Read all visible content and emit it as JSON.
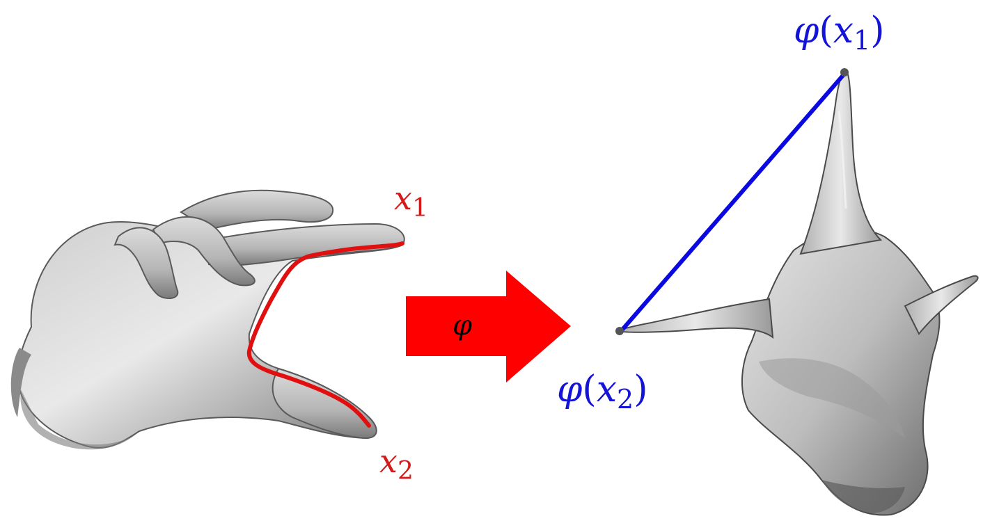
{
  "labels": {
    "x1": {
      "base": "x",
      "sub": "1"
    },
    "x2": {
      "base": "x",
      "sub": "2"
    },
    "phi_x1": {
      "fn": "φ",
      "open": "(",
      "base": "x",
      "sub": "1",
      "close": ")"
    },
    "phi_x2": {
      "fn": "φ",
      "open": "(",
      "base": "x",
      "sub": "2",
      "close": ")"
    },
    "arrow": "φ"
  },
  "colors": {
    "source_path": "#e01010",
    "target_segment": "#0a0ae0",
    "arrow": "#ff0000",
    "source_label": "#d41a1a",
    "target_label": "#1414d8",
    "surface": "#a8a8a8"
  },
  "icons": {
    "left_shape": "hand-mesh",
    "right_shape": "embedded-mesh",
    "arrow": "right-arrow"
  }
}
